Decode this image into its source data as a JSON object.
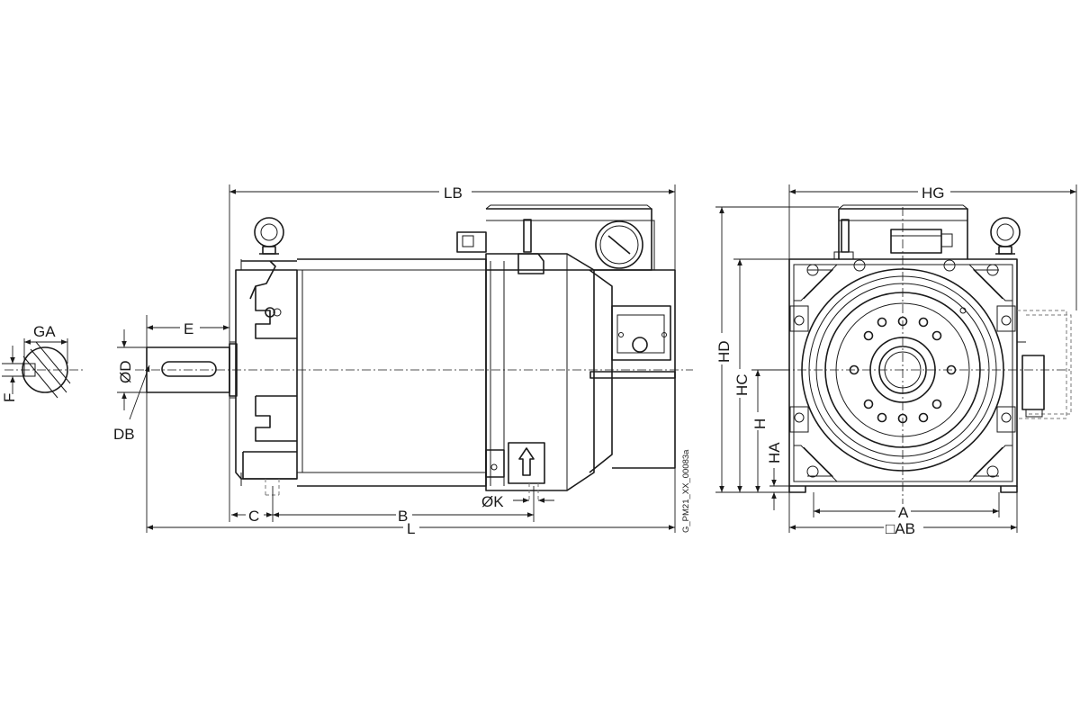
{
  "labels": {
    "ga": "GA",
    "f": "F",
    "e": "E",
    "od": "ØD",
    "db": "DB",
    "lb": "LB",
    "c": "C",
    "b": "B",
    "ok": "ØK",
    "l": "L",
    "hg": "HG",
    "hd": "HD",
    "hc": "HC",
    "h": "H",
    "ha": "HA",
    "a": "A",
    "ab": "□AB"
  },
  "drawing_code": "G_PM21_XX_00083a",
  "icons": {
    "shaft_key_section": "shaft-cross-section-icon",
    "lifting_eye": "lifting-eye-icon",
    "terminal_box": "terminal-box-icon",
    "gauge": "gauge-icon",
    "arrow_plate": "up-arrow-plate-icon",
    "fan_flange": "fan-flange-icon"
  }
}
